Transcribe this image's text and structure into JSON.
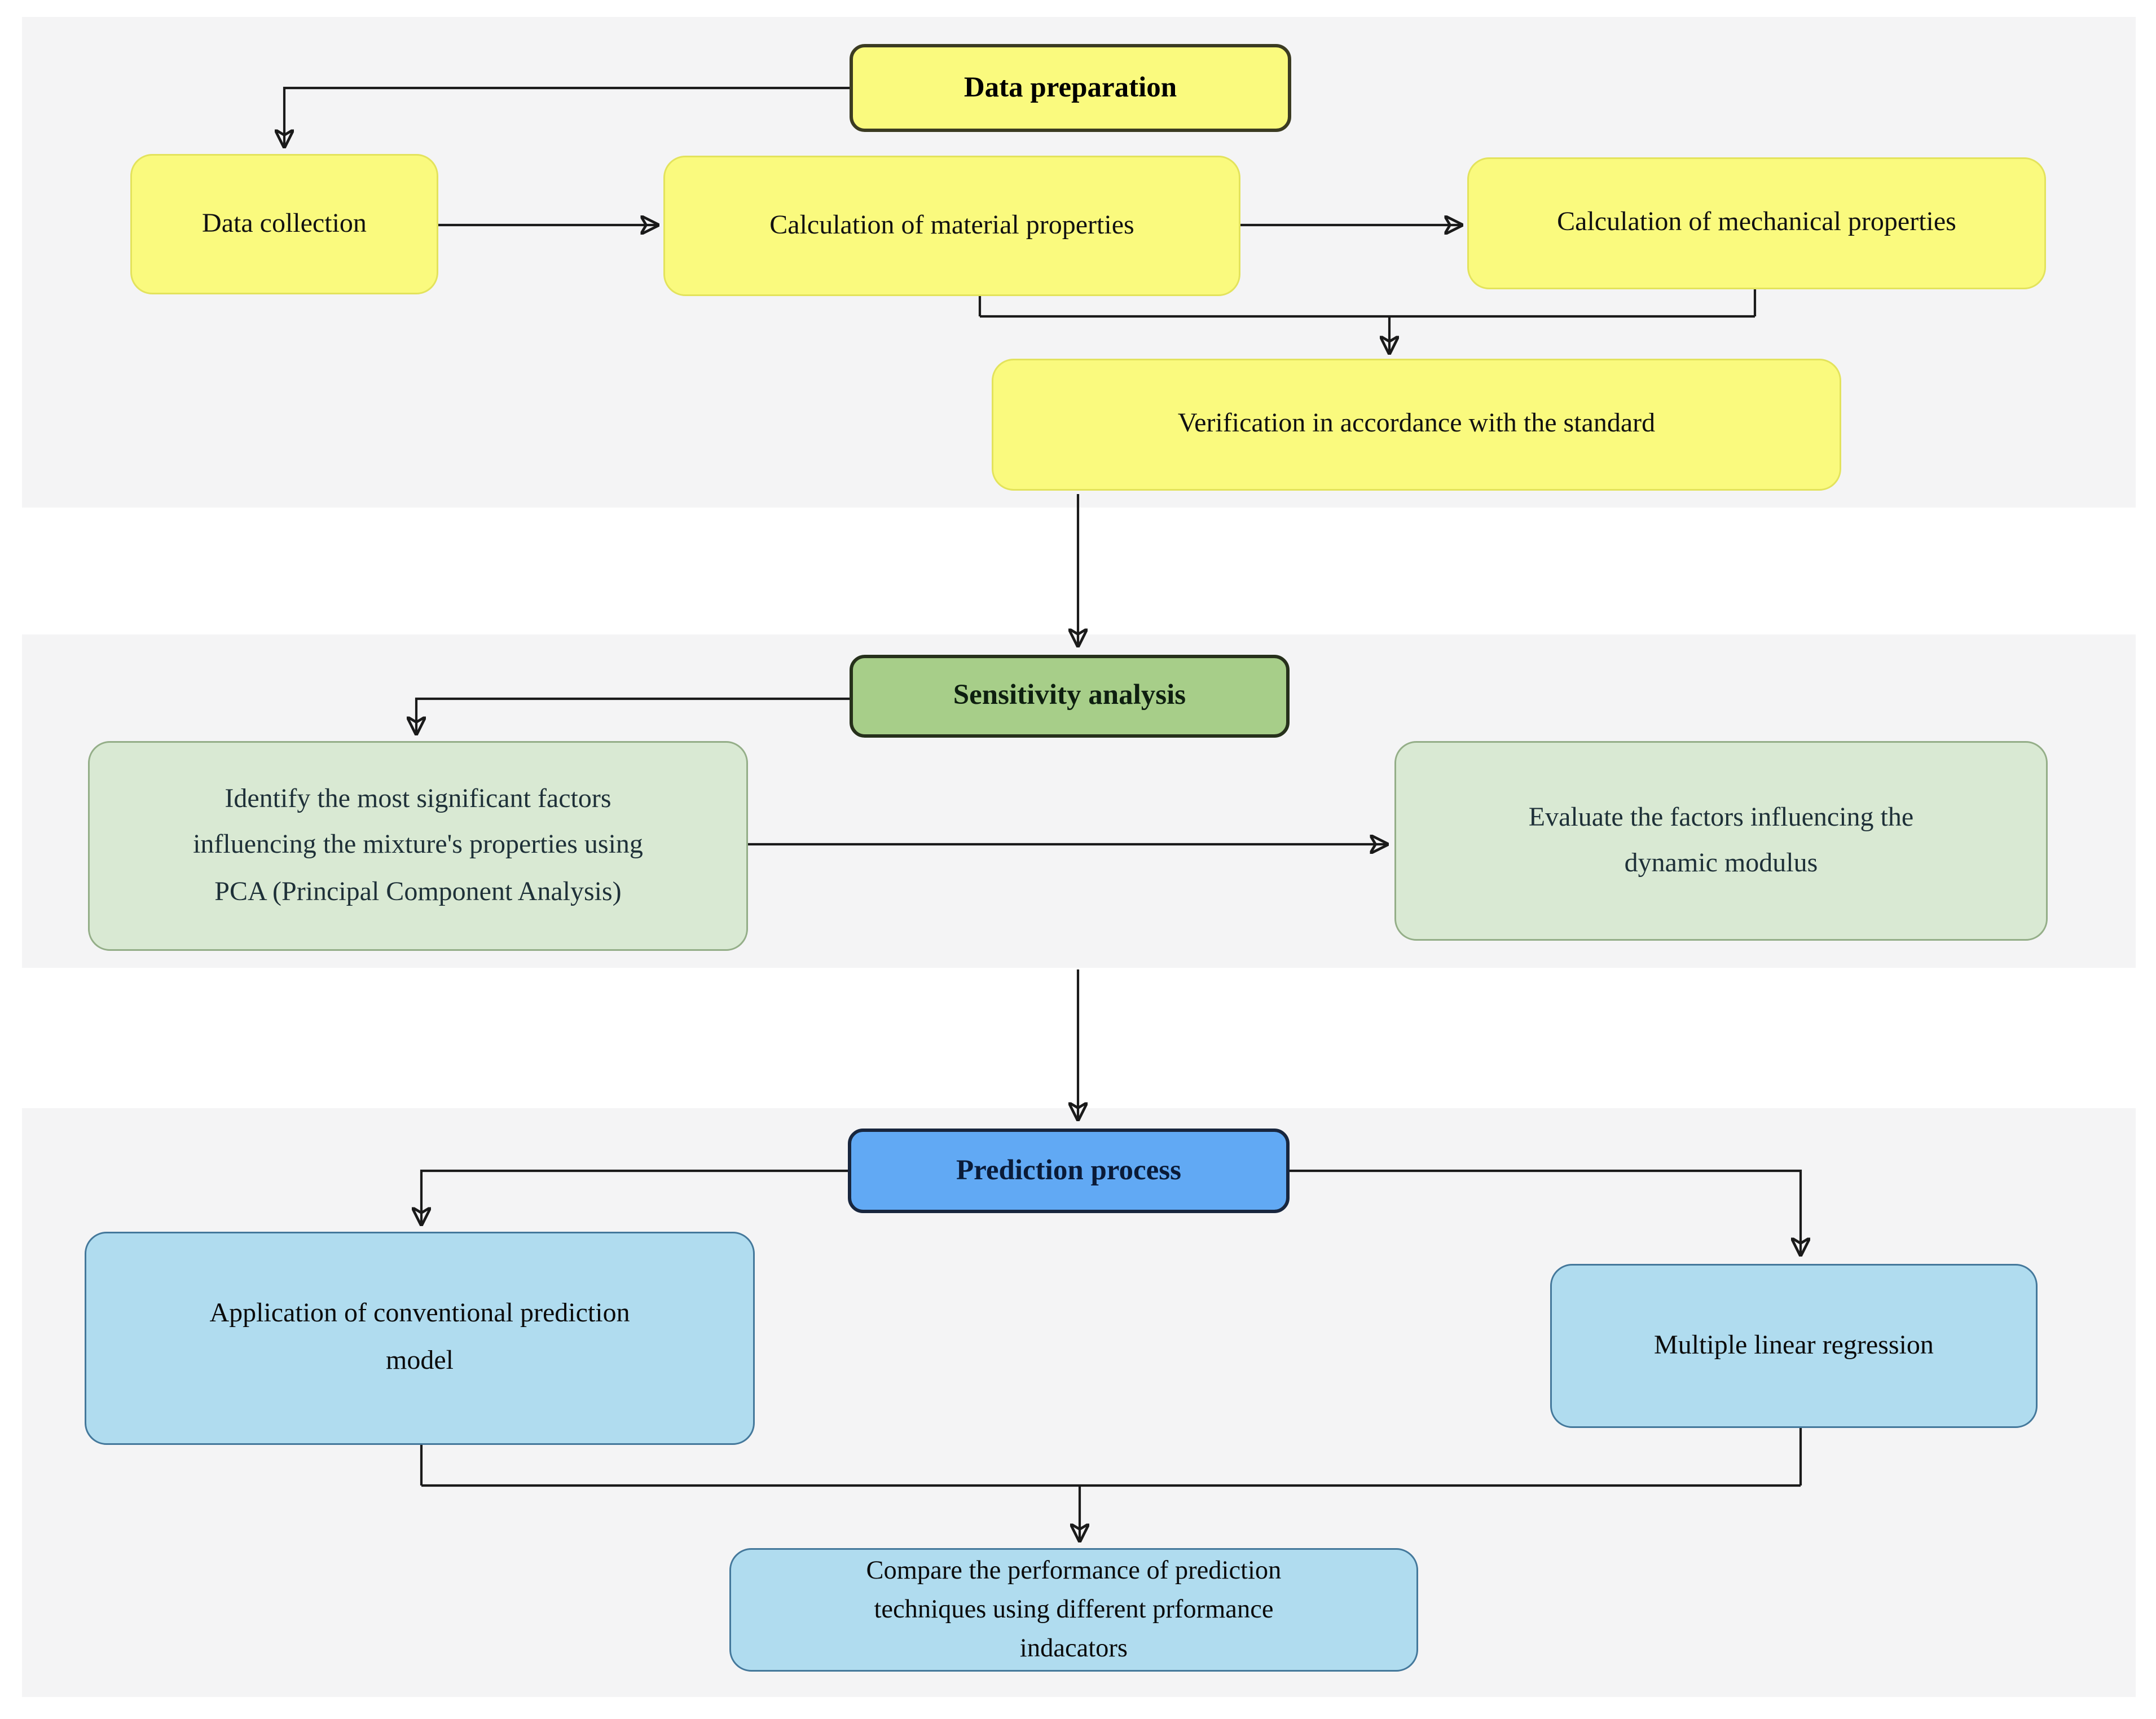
{
  "figure": {
    "background_color": "#ffffff",
    "band_color": "#f4f4f5",
    "connector_color": "#1a1a1a",
    "sections": [
      {
        "id": "data-preparation",
        "header": {
          "label": "Data preparation",
          "fill": "#FAFA7E",
          "border": "#3B3B22",
          "text_color": "#000000"
        },
        "box_style": {
          "fill": "#FAFA7E",
          "border": "#E3E35C",
          "text_color": "#111111"
        },
        "boxes": [
          {
            "id": "data-collection",
            "label": "Data collection"
          },
          {
            "id": "calculation-material-properties",
            "label": "Calculation of material properties"
          },
          {
            "id": "calculation-mechanical-properties",
            "label": "Calculation of mechanical properties"
          },
          {
            "id": "verification-standard",
            "label": "Verification in accordance with the standard"
          }
        ]
      },
      {
        "id": "sensitivity-analysis",
        "header": {
          "label": "Sensitivity analysis",
          "fill": "#A7CE89",
          "border": "#26301B",
          "text_color": "#0E1F10"
        },
        "box_style": {
          "fill": "#D9E9D3",
          "border": "#94AE88",
          "text_color": "#1E3038"
        },
        "boxes": [
          {
            "id": "identify-pca",
            "label": "Identify the most significant factors\ninfluencing the mixture's properties using\nPCA (Principal Component Analysis)"
          },
          {
            "id": "evaluate-dynamic-modulus",
            "label": "Evaluate the factors influencing the\ndynamic modulus"
          }
        ]
      },
      {
        "id": "prediction-process",
        "header": {
          "label": "Prediction process",
          "fill": "#61A9F4",
          "border": "#18263E",
          "text_color": "#0A1B38"
        },
        "box_style": {
          "fill": "#B0DCEF",
          "border": "#44789B",
          "text_color": "#0B0B0B"
        },
        "boxes": [
          {
            "id": "application-conventional-model",
            "label": "Application of conventional prediction\nmodel"
          },
          {
            "id": "multiple-linear-regression",
            "label": "Multiple linear regression"
          },
          {
            "id": "compare-performance",
            "label": "Compare the performance of prediction\ntechniques using different prformance\nindacators"
          }
        ]
      }
    ]
  }
}
